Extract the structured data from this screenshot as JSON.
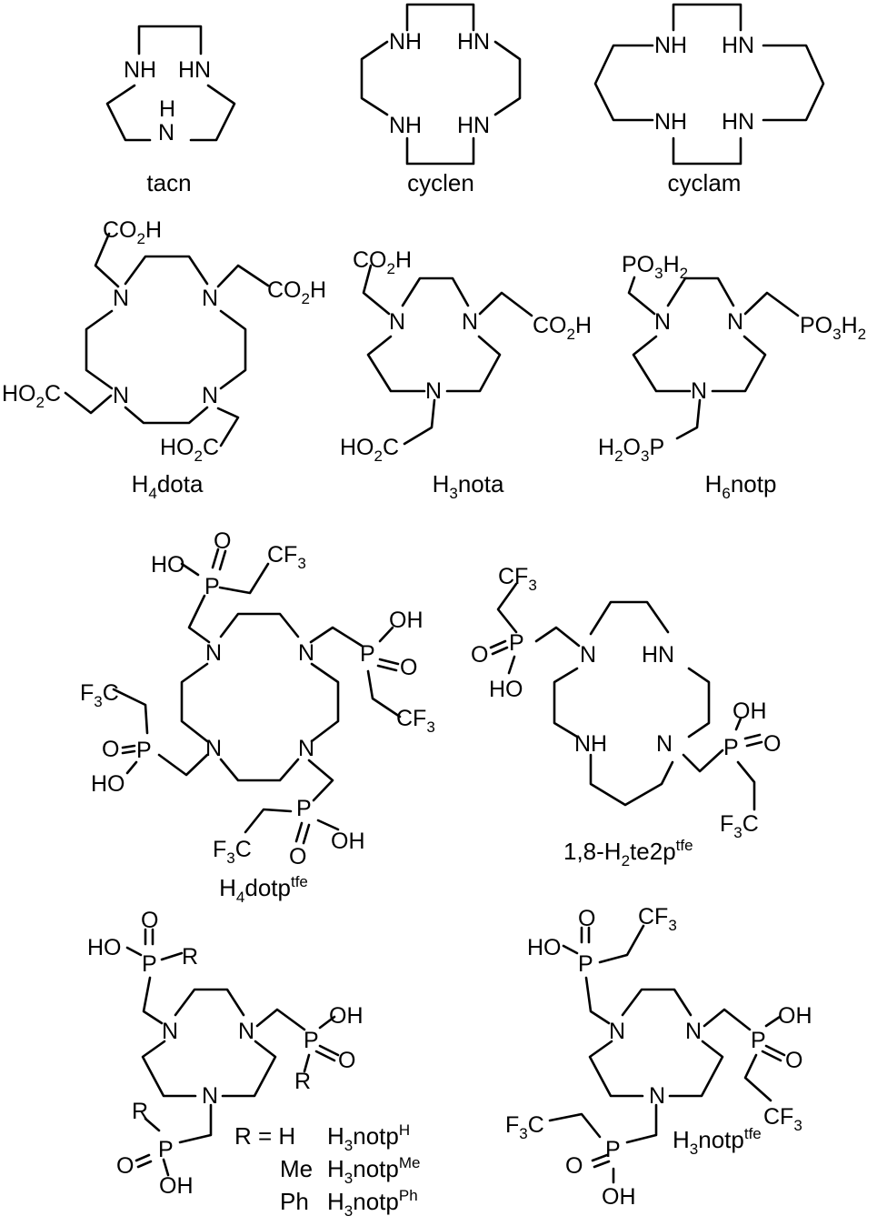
{
  "compounds": {
    "tacn": {
      "caption": "tacn",
      "atoms": [
        "NH",
        "HN",
        "H",
        "N"
      ]
    },
    "cyclen": {
      "caption": "cyclen",
      "atoms": [
        "NH",
        "HN",
        "NH",
        "HN"
      ]
    },
    "cyclam": {
      "caption": "cyclam",
      "atoms": [
        "NH",
        "HN",
        "NH",
        "HN"
      ]
    },
    "h4dota": {
      "caption_main": "H",
      "caption_sub": "4",
      "caption_rest": "dota",
      "atoms": [
        "N",
        "N",
        "N",
        "N"
      ],
      "groups": [
        "CO2H",
        "CO2H",
        "HO2C",
        "HO2C"
      ]
    },
    "h3nota": {
      "caption_main": "H",
      "caption_sub": "3",
      "caption_rest": "nota",
      "atoms": [
        "N",
        "N",
        "N"
      ],
      "groups": [
        "CO2H",
        "CO2H",
        "HO2C"
      ]
    },
    "h6notp": {
      "caption_main": "H",
      "caption_sub": "6",
      "caption_rest": "notp",
      "atoms": [
        "N",
        "N",
        "N"
      ],
      "groups": [
        "PO3H2",
        "PO3H2",
        "H2O3P"
      ]
    },
    "h4dotp_tfe": {
      "caption_main": "H",
      "caption_sub": "4",
      "caption_rest": "dotp",
      "caption_sup": "tfe"
    },
    "te2p_tfe": {
      "caption_prefix": "1,8-H",
      "caption_sub": "2",
      "caption_rest": "te2p",
      "caption_sup": "tfe",
      "atoms": [
        "N",
        "HN",
        "NH",
        "N"
      ]
    },
    "h3notp_r": {
      "r_label": "R = H",
      "variants": [
        {
          "r": "",
          "name_main": "H",
          "name_sub": "3",
          "name_rest": "notp",
          "name_sup": "H"
        },
        {
          "r": "Me",
          "name_main": "H",
          "name_sub": "3",
          "name_rest": "notp",
          "name_sup": "Me"
        },
        {
          "r": "Ph",
          "name_main": "H",
          "name_sub": "3",
          "name_rest": "notp",
          "name_sup": "Ph"
        }
      ]
    },
    "h3notp_tfe": {
      "caption_main": "H",
      "caption_sub": "3",
      "caption_rest": "notp",
      "caption_sup": "tfe"
    }
  },
  "labels": {
    "N": "N",
    "NH": "NH",
    "HN": "HN",
    "H": "H",
    "O": "O",
    "P": "P",
    "OH": "OH",
    "HO": "HO",
    "R": "R",
    "CO2H_a": "CO",
    "CO2H_sub": "2",
    "CO2H_b": "H",
    "HO2C_a": "HO",
    "HO2C_sub": "2",
    "HO2C_b": "C",
    "PO3H2_a": "PO",
    "PO3H2_sub1": "3",
    "PO3H2_b": "H",
    "PO3H2_sub2": "2",
    "H2O3P_a": "H",
    "H2O3P_sub1": "2",
    "H2O3P_b": "O",
    "H2O3P_sub2": "3",
    "H2O3P_c": "P",
    "CF3_a": "CF",
    "CF3_sub": "3",
    "F3C_a": "F",
    "F3C_sub": "3",
    "F3C_b": "C"
  }
}
